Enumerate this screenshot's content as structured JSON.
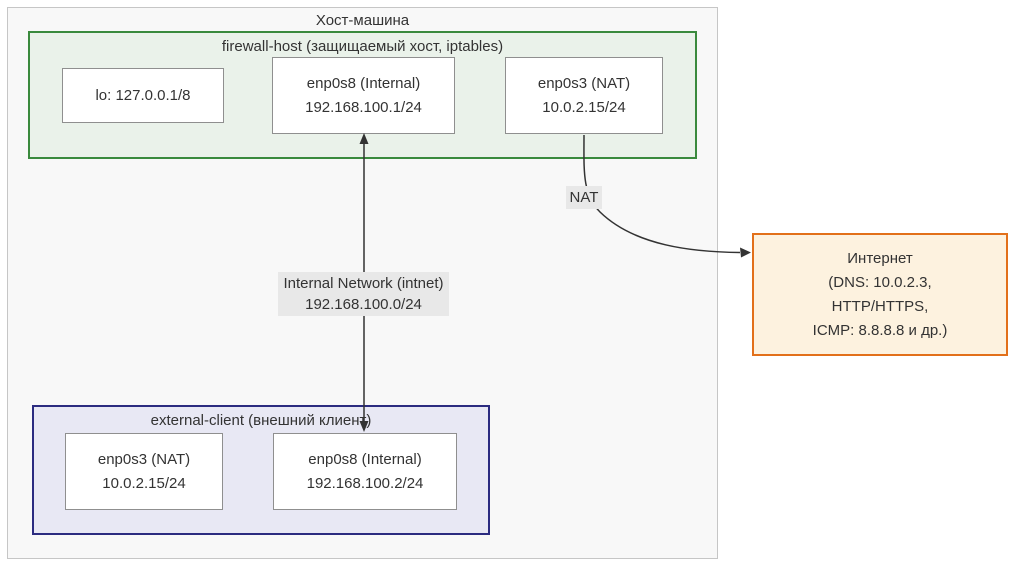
{
  "host_machine": {
    "title": "Хост-машина"
  },
  "firewall_host": {
    "title": "firewall-host (защищаемый хост, iptables)",
    "lo": {
      "line1": "lo: 127.0.0.1/8"
    },
    "enp0s8": {
      "line1": "enp0s8 (Internal)",
      "line2": "192.168.100.1/24"
    },
    "enp0s3": {
      "line1": "enp0s3 (NAT)",
      "line2": "10.0.2.15/24"
    }
  },
  "external_client": {
    "title": "external-client (внешний клиент)",
    "enp0s3": {
      "line1": "enp0s3 (NAT)",
      "line2": "10.0.2.15/24"
    },
    "enp0s8": {
      "line1": "enp0s8 (Internal)",
      "line2": "192.168.100.2/24"
    }
  },
  "internet": {
    "line1": "Интернет",
    "line2": "(DNS: 10.0.2.3,",
    "line3": "HTTP/HTTPS,",
    "line4": "ICMP: 8.8.8.8 и др.)"
  },
  "edges": {
    "internal_network": {
      "label_line1": "Internal Network (intnet)",
      "label_line2": "192.168.100.0/24"
    },
    "nat": {
      "label": "NAT"
    }
  },
  "colors": {
    "outer_fill": "#f8f8f8",
    "outer_border": "#c6c6c6",
    "firewall_fill": "#eaf2ea",
    "firewall_border": "#3a8a3d",
    "external_fill": "#e8e8f4",
    "external_border": "#2b2b80",
    "internet_fill": "#fdf2df",
    "internet_border": "#e2701a",
    "node_fill": "#ffffff",
    "node_border": "#8f8f8f",
    "edge_color": "#333333",
    "edge_label_bg": "#e8e8e8",
    "text_color": "#333333"
  }
}
